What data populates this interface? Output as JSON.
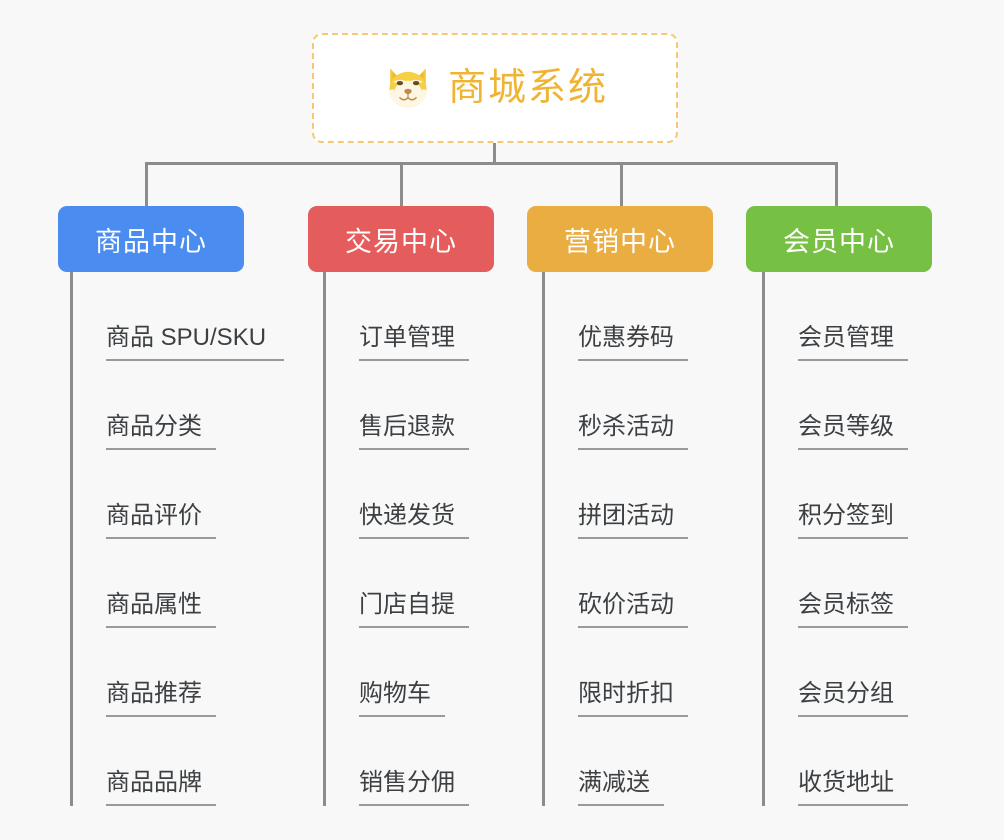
{
  "background_color": "#f8f8f8",
  "root": {
    "title": "商城系统",
    "icon": "shiba-dog-icon",
    "text_color": "#f0b434",
    "border_color": "#f6c873"
  },
  "connector_color": "#8c8c8c",
  "branches": [
    {
      "label": "商品中心",
      "color": "#4a8cf0",
      "items": [
        "商品 SPU/SKU",
        "商品分类",
        "商品评价",
        "商品属性",
        "商品推荐",
        "商品品牌"
      ]
    },
    {
      "label": "交易中心",
      "color": "#e55c5c",
      "items": [
        "订单管理",
        "售后退款",
        "快递发货",
        "门店自提",
        "购物车",
        "销售分佣"
      ]
    },
    {
      "label": "营销中心",
      "color": "#eaad42",
      "items": [
        "优惠券码",
        "秒杀活动",
        "拼团活动",
        "砍价活动",
        "限时折扣",
        "满减送"
      ]
    },
    {
      "label": "会员中心",
      "color": "#76c043",
      "items": [
        "会员管理",
        "会员等级",
        "积分签到",
        "会员标签",
        "会员分组",
        "收货地址"
      ]
    }
  ]
}
